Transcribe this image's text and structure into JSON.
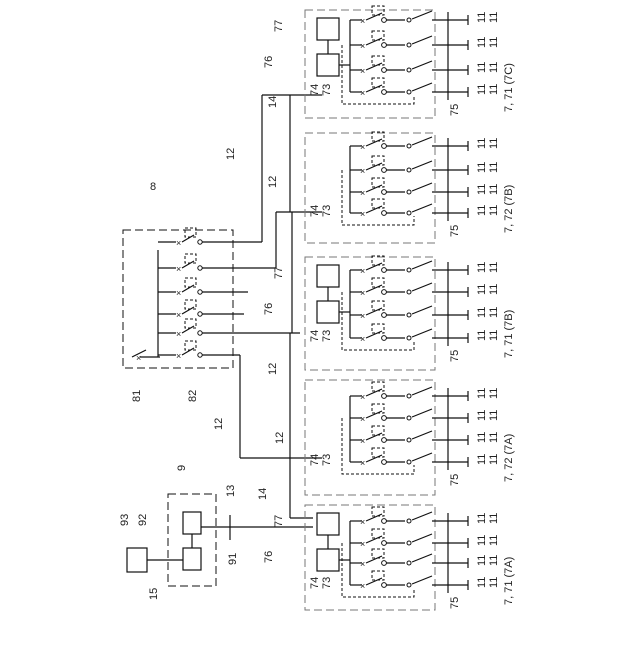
{
  "diagram": {
    "ref_labels": {
      "l8": "8",
      "l81": "81",
      "l82": "82",
      "l9": "9",
      "l91": "91",
      "l92": "92",
      "l93": "93",
      "l13": "13",
      "l15": "15",
      "l12": "12",
      "l14": "14",
      "l73": "73",
      "l74": "74",
      "l75": "75",
      "l76": "76",
      "l77": "77",
      "l11": "11"
    },
    "module_labels": {
      "m1": "7, 71 (7C)",
      "m2": "7, 72 (7B)",
      "m3": "7, 71 (7B)",
      "m4": "7, 72 (7A)",
      "m5": "7, 71 (7A)"
    }
  }
}
